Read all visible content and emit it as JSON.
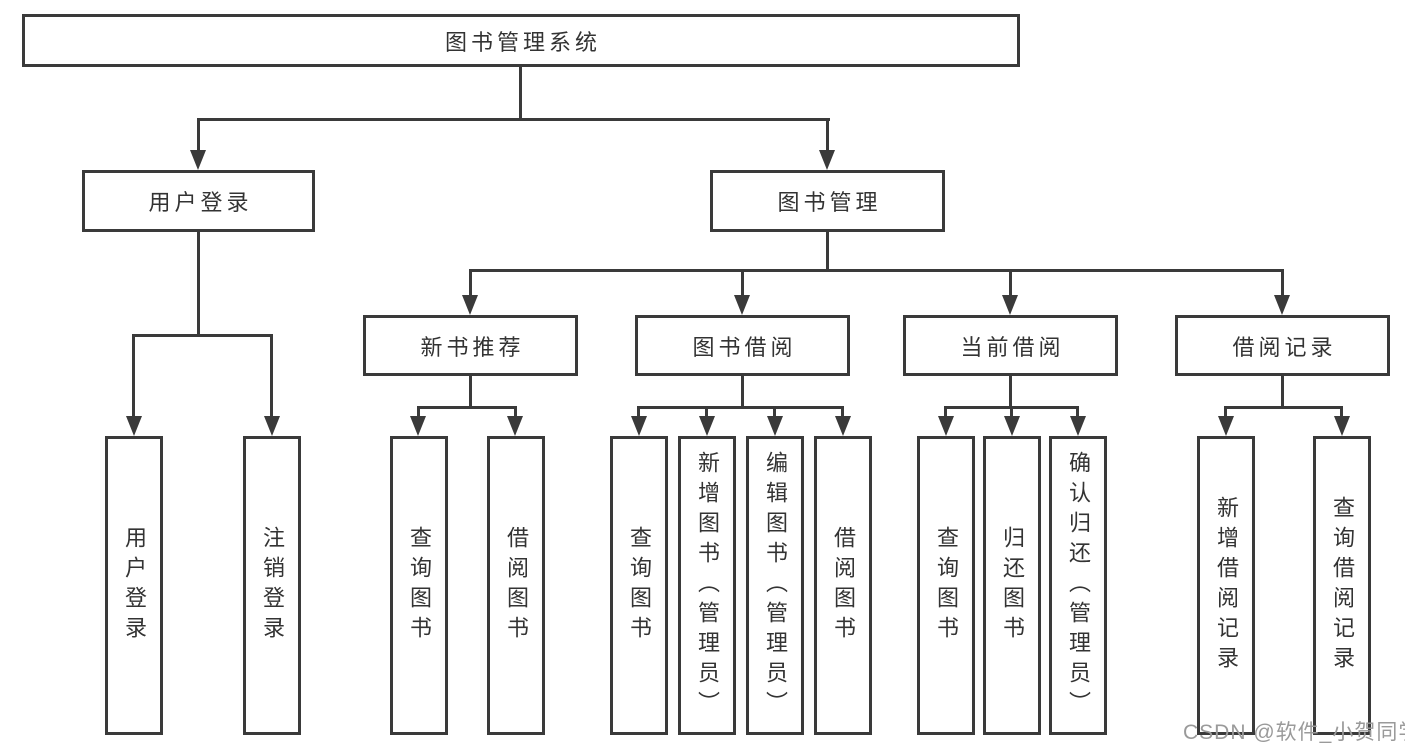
{
  "tree": {
    "label": "图书管理系统",
    "children": [
      {
        "label": "用户登录",
        "children": [
          {
            "label": "用户登录"
          },
          {
            "label": "注销登录"
          }
        ]
      },
      {
        "label": "图书管理",
        "children": [
          {
            "label": "新书推荐",
            "children": [
              {
                "label": "查询图书"
              },
              {
                "label": "借阅图书"
              }
            ]
          },
          {
            "label": "图书借阅",
            "children": [
              {
                "label": "查询图书"
              },
              {
                "label": "新增图书（管理员）"
              },
              {
                "label": "编辑图书（管理员）"
              },
              {
                "label": "借阅图书"
              }
            ]
          },
          {
            "label": "当前借阅",
            "children": [
              {
                "label": "查询图书"
              },
              {
                "label": "归还图书"
              },
              {
                "label": "确认归还（管理员）"
              }
            ]
          },
          {
            "label": "借阅记录",
            "children": [
              {
                "label": "新增借阅记录"
              },
              {
                "label": "查询借阅记录"
              }
            ]
          }
        ]
      }
    ]
  },
  "watermark": {
    "text": "CSDN @软件_小贺同学"
  },
  "colors": {
    "line": "#3a3a3a",
    "text": "#333333",
    "background": "#ffffff",
    "watermark": "#9a9a9a"
  }
}
